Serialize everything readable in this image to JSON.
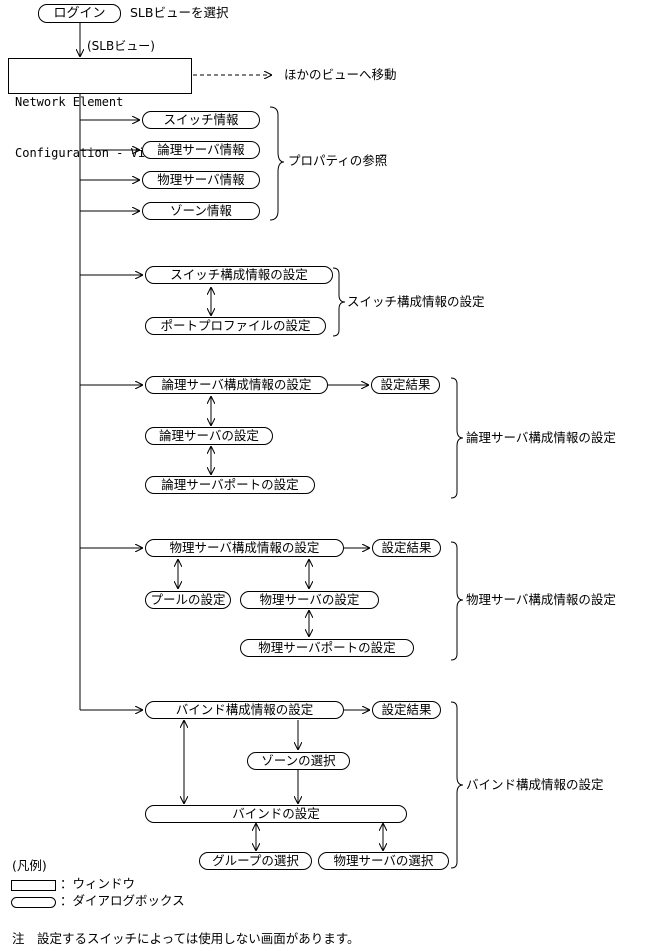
{
  "login": "ログイン",
  "select_slb": "SLBビューを選択",
  "slb_view_label": "(SLBビュー)",
  "ne_config_line1": "Network Element",
  "ne_config_line2": "Configuration - View",
  "move_to_other_view": "ほかのビューへ移動",
  "properties": {
    "items": [
      "スイッチ情報",
      "論理サーバ情報",
      "物理サーバ情報",
      "ゾーン情報"
    ],
    "group_label": "プロパティの参照"
  },
  "switch_config": {
    "item1": "スイッチ構成情報の設定",
    "item2": "ポートプロファイルの設定",
    "group_label": "スイッチ構成情報の設定"
  },
  "logical_server": {
    "item1": "論理サーバ構成情報の設定",
    "result": "設定結果",
    "item2": "論理サーバの設定",
    "item3": "論理サーバポートの設定",
    "group_label": "論理サーバ構成情報の設定"
  },
  "physical_server": {
    "item1": "物理サーバ構成情報の設定",
    "result": "設定結果",
    "pool": "プールの設定",
    "server": "物理サーバの設定",
    "port": "物理サーバポートの設定",
    "group_label": "物理サーバ構成情報の設定"
  },
  "bind": {
    "item1": "バインド構成情報の設定",
    "result": "設定結果",
    "zone_select": "ゾーンの選択",
    "bind_setting": "バインドの設定",
    "group_select": "グループの選択",
    "server_select": "物理サーバの選択",
    "group_label": "バインド構成情報の設定"
  },
  "legend": {
    "title": "(凡例)",
    "window": "：ウィンドウ",
    "dialog": "：ダイアログボックス"
  },
  "note": "注　設定するスイッチによっては使用しない画面があります。"
}
